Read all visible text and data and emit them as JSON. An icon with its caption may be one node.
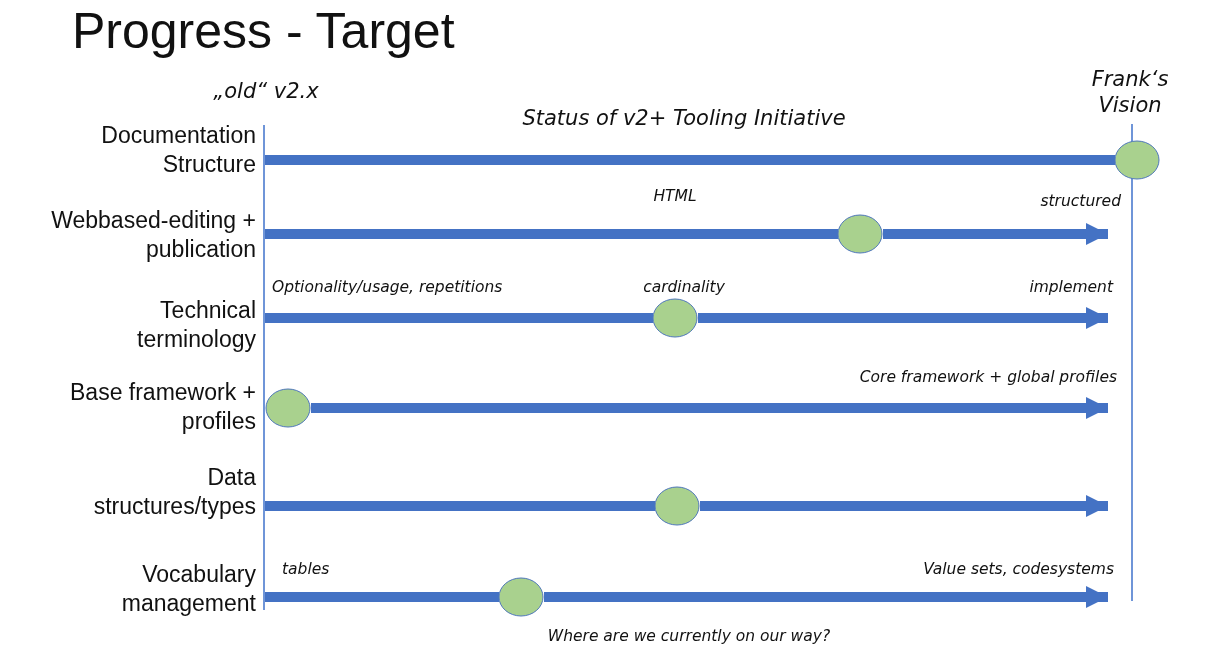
{
  "diagram": {
    "title": "Progress - Target",
    "caption": "Where are we currently on our way?",
    "nodes": [
      {
        "text": [
          "„old“ v2.x"
        ]
      },
      {
        "text": [
          "Frank‘s Vision"
        ]
      },
      {
        "text": [],
        "shape": "circle"
      },
      {
        "text": [],
        "shape": "circle"
      },
      {
        "text": [],
        "shape": "circle"
      },
      {
        "text": [],
        "shape": "circle"
      },
      {
        "text": [],
        "shape": "circle"
      },
      {
        "text": [],
        "shape": "circle"
      }
    ],
    "edges": [
      {
        "from": 0,
        "to": 2,
        "arrow": "none"
      },
      {
        "from": 0,
        "to": 3,
        "arrow": "none"
      },
      {
        "from": 3,
        "to": 1,
        "arrow": "to"
      },
      {
        "from": 0,
        "to": 4,
        "arrow": "none"
      },
      {
        "from": 4,
        "to": 1,
        "arrow": "to"
      },
      {
        "from": 5,
        "to": 1,
        "arrow": "to"
      },
      {
        "from": 0,
        "to": 6,
        "arrow": "none"
      },
      {
        "from": 6,
        "to": 1,
        "arrow": "to"
      },
      {
        "from": 0,
        "to": 7,
        "arrow": "none"
      },
      {
        "from": 7,
        "to": 1,
        "arrow": "to"
      }
    ],
    "labels": [
      "Status of v2+ Tooling Initiative",
      "Documentation Structure",
      "HTML",
      "structured",
      "Webbased-editing + publication",
      "Optionality/usage, repetitions",
      "cardinality",
      "implement",
      "Technical terminology",
      "Core framework + global profiles",
      "Base framework + profiles",
      "Data structures/types",
      "tables",
      "Value sets, codesystems",
      "Vocabulary management"
    ]
  }
}
